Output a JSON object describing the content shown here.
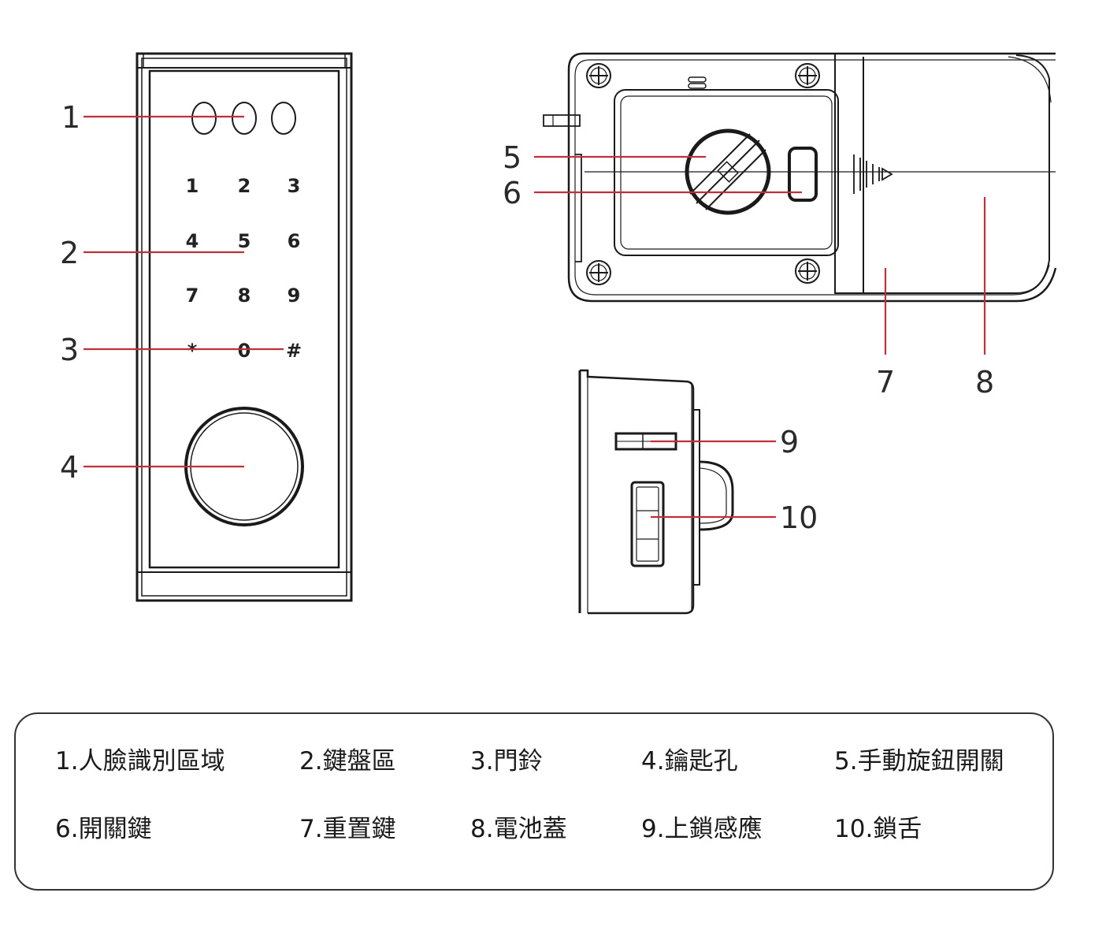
{
  "callouts": [
    "1",
    "2",
    "3",
    "4",
    "5",
    "6",
    "7",
    "8",
    "9",
    "10"
  ],
  "keypad": [
    "1",
    "2",
    "3",
    "4",
    "5",
    "6",
    "7",
    "8",
    "9",
    "*",
    "0",
    "#"
  ],
  "legend": [
    "1.人臉識別區域",
    "2.鍵盤區",
    "3.門鈴",
    "4.鑰匙孔",
    "5.手動旋鈕開關",
    "6.開關鍵",
    "7.重置鍵",
    "8.電池蓋",
    "9.上鎖感應",
    "10.鎖舌"
  ],
  "colors": {
    "leader": "#c0303a",
    "outline": "#1a1a1a",
    "border": "#333333"
  }
}
